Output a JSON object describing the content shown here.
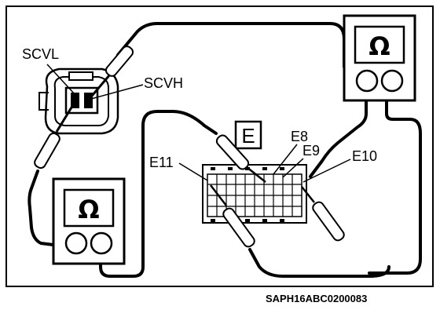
{
  "labels": {
    "scvl": "SCVL",
    "scvh": "SCVH",
    "connector_e": "E",
    "e8": "E8",
    "e9": "E9",
    "e10": "E10",
    "e11": "E11"
  },
  "meters": {
    "top_right_symbol": "Ω",
    "bottom_left_symbol": "Ω"
  },
  "figure_code": "SAPH16ABC0200083"
}
